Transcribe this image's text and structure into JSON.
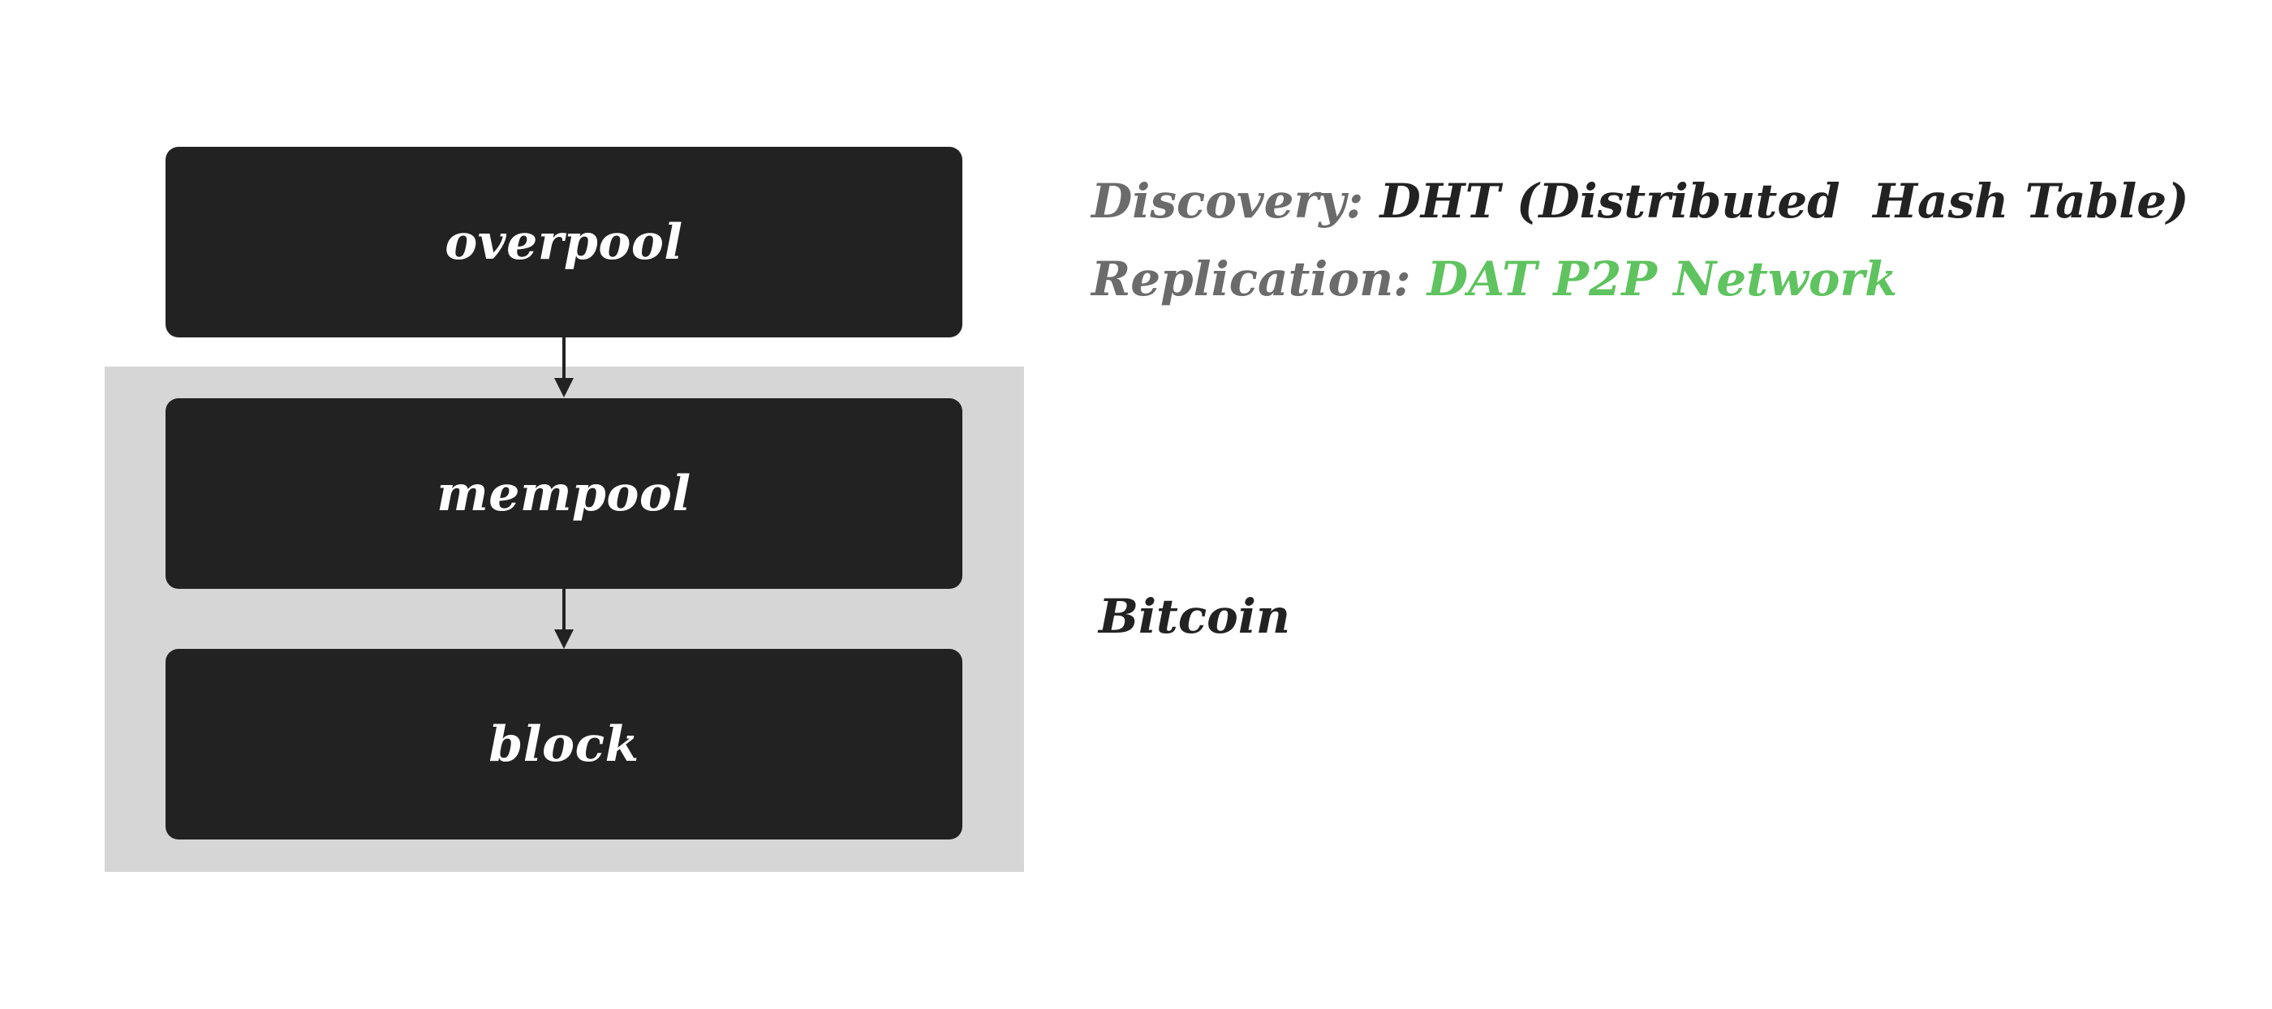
{
  "diagram": {
    "nodes": [
      {
        "id": "overpool",
        "label": "overpool"
      },
      {
        "id": "mempool",
        "label": "mempool"
      },
      {
        "id": "block",
        "label": "block"
      }
    ],
    "group_label": "Bitcoin"
  },
  "info": {
    "discovery": {
      "label": "Discovery:",
      "value": "DHT (Distributed  Hash Table)"
    },
    "replication": {
      "label": "Replication:",
      "value": "DAT P2P Network"
    }
  },
  "colors": {
    "box": "#222222",
    "panel": "#d6d6d6",
    "label_gray": "#6b6b6b",
    "accent_green": "#5fc35f"
  }
}
